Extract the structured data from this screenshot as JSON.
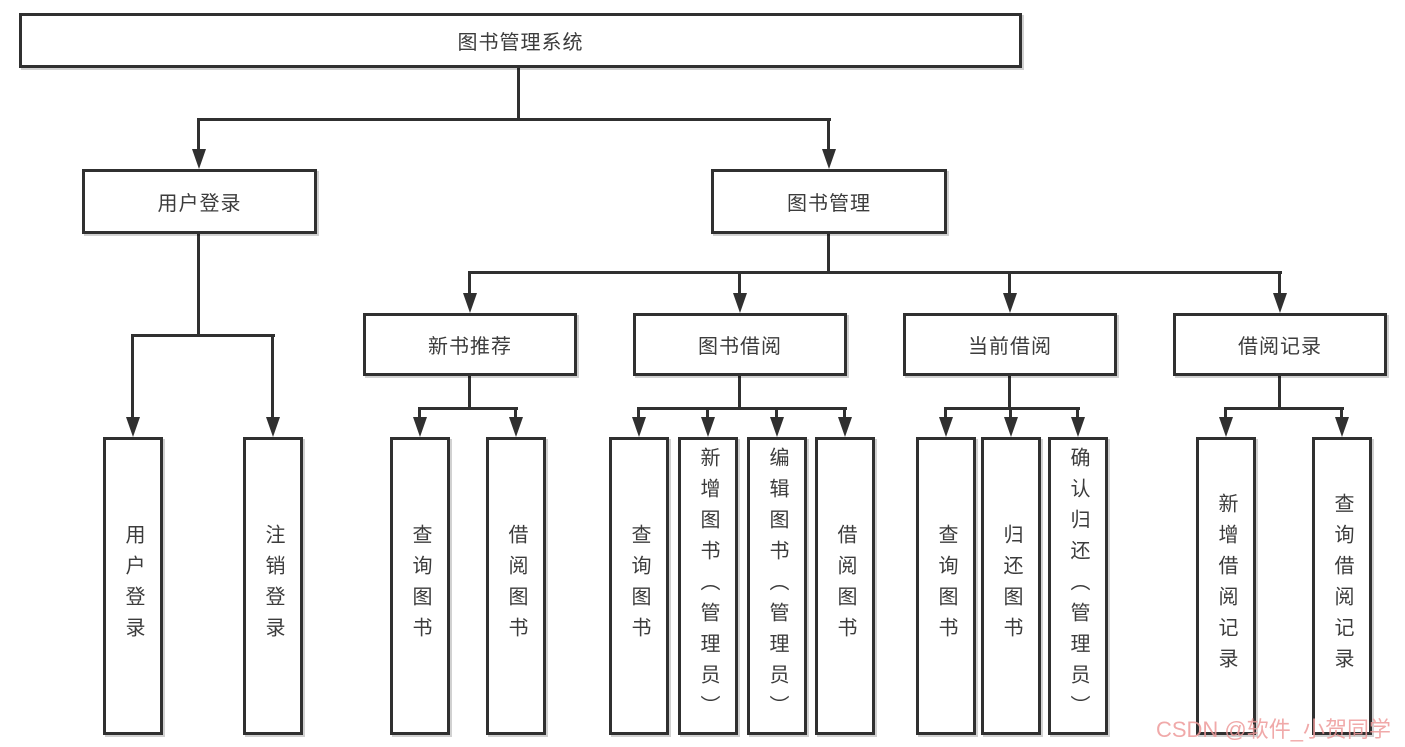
{
  "tree": {
    "root": "图书管理系统",
    "level2": {
      "login": "用户登录",
      "management": "图书管理"
    },
    "level3": {
      "new_books": "新书推荐",
      "borrowing": "图书借阅",
      "current": "当前借阅",
      "records": "借阅记录"
    },
    "leaves": {
      "login": [
        "用户登录",
        "注销登录"
      ],
      "new_books": [
        "查询图书",
        "借阅图书"
      ],
      "borrowing": [
        "查询图书",
        "新增图书（管理员）",
        "编辑图书（管理员）",
        "借阅图书"
      ],
      "current": [
        "查询图书",
        "归还图书",
        "确认归还（管理员）"
      ],
      "records": [
        "新增借阅记录",
        "查询借阅记录"
      ]
    }
  },
  "watermark": {
    "text": "CSDN @软件_小贺同学",
    "color": "#ee9b9b"
  },
  "colors": {
    "line": "#303030",
    "box_background": "#ffffff",
    "text": "#3c3c3c"
  }
}
